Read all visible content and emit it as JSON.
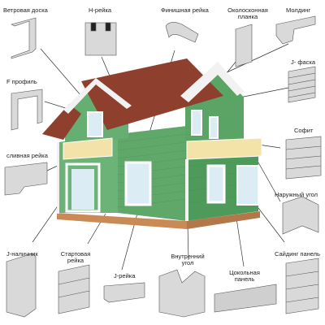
{
  "labels": {
    "vetrovaya": "Ветровая доска",
    "h_reyka": "H-рейка",
    "finish": "Финишная рейка",
    "okolo_1": "Околосконная",
    "okolo_2": "планка",
    "molding": "Молдинг",
    "j_faska": "J- фаска",
    "f_profil": "F профиль",
    "sofit": "Софит",
    "slivnaya": "сливная рейка",
    "naruzh": "Наружный угол",
    "j_nalichnik": "J-наличник",
    "start_1": "Стартовая",
    "start_2": "рейка",
    "j_reyka": "J-рейка",
    "vnutr_1": "Внутренний",
    "vnutr_2": "угол",
    "tsokol_1": "Цокольная",
    "tsokol_2": "панель",
    "sayding": "Сайдинг панель"
  },
  "colors": {
    "siding": "#5fa86a",
    "siding_dark": "#3f8a4f",
    "roof": "#8f3f2e",
    "trim": "#f2f2f2",
    "balcony": "#f4e3a8",
    "window": "#dcecf5",
    "plinth": "#c98a55",
    "part": "#d9d9d9",
    "line": "#333333"
  }
}
